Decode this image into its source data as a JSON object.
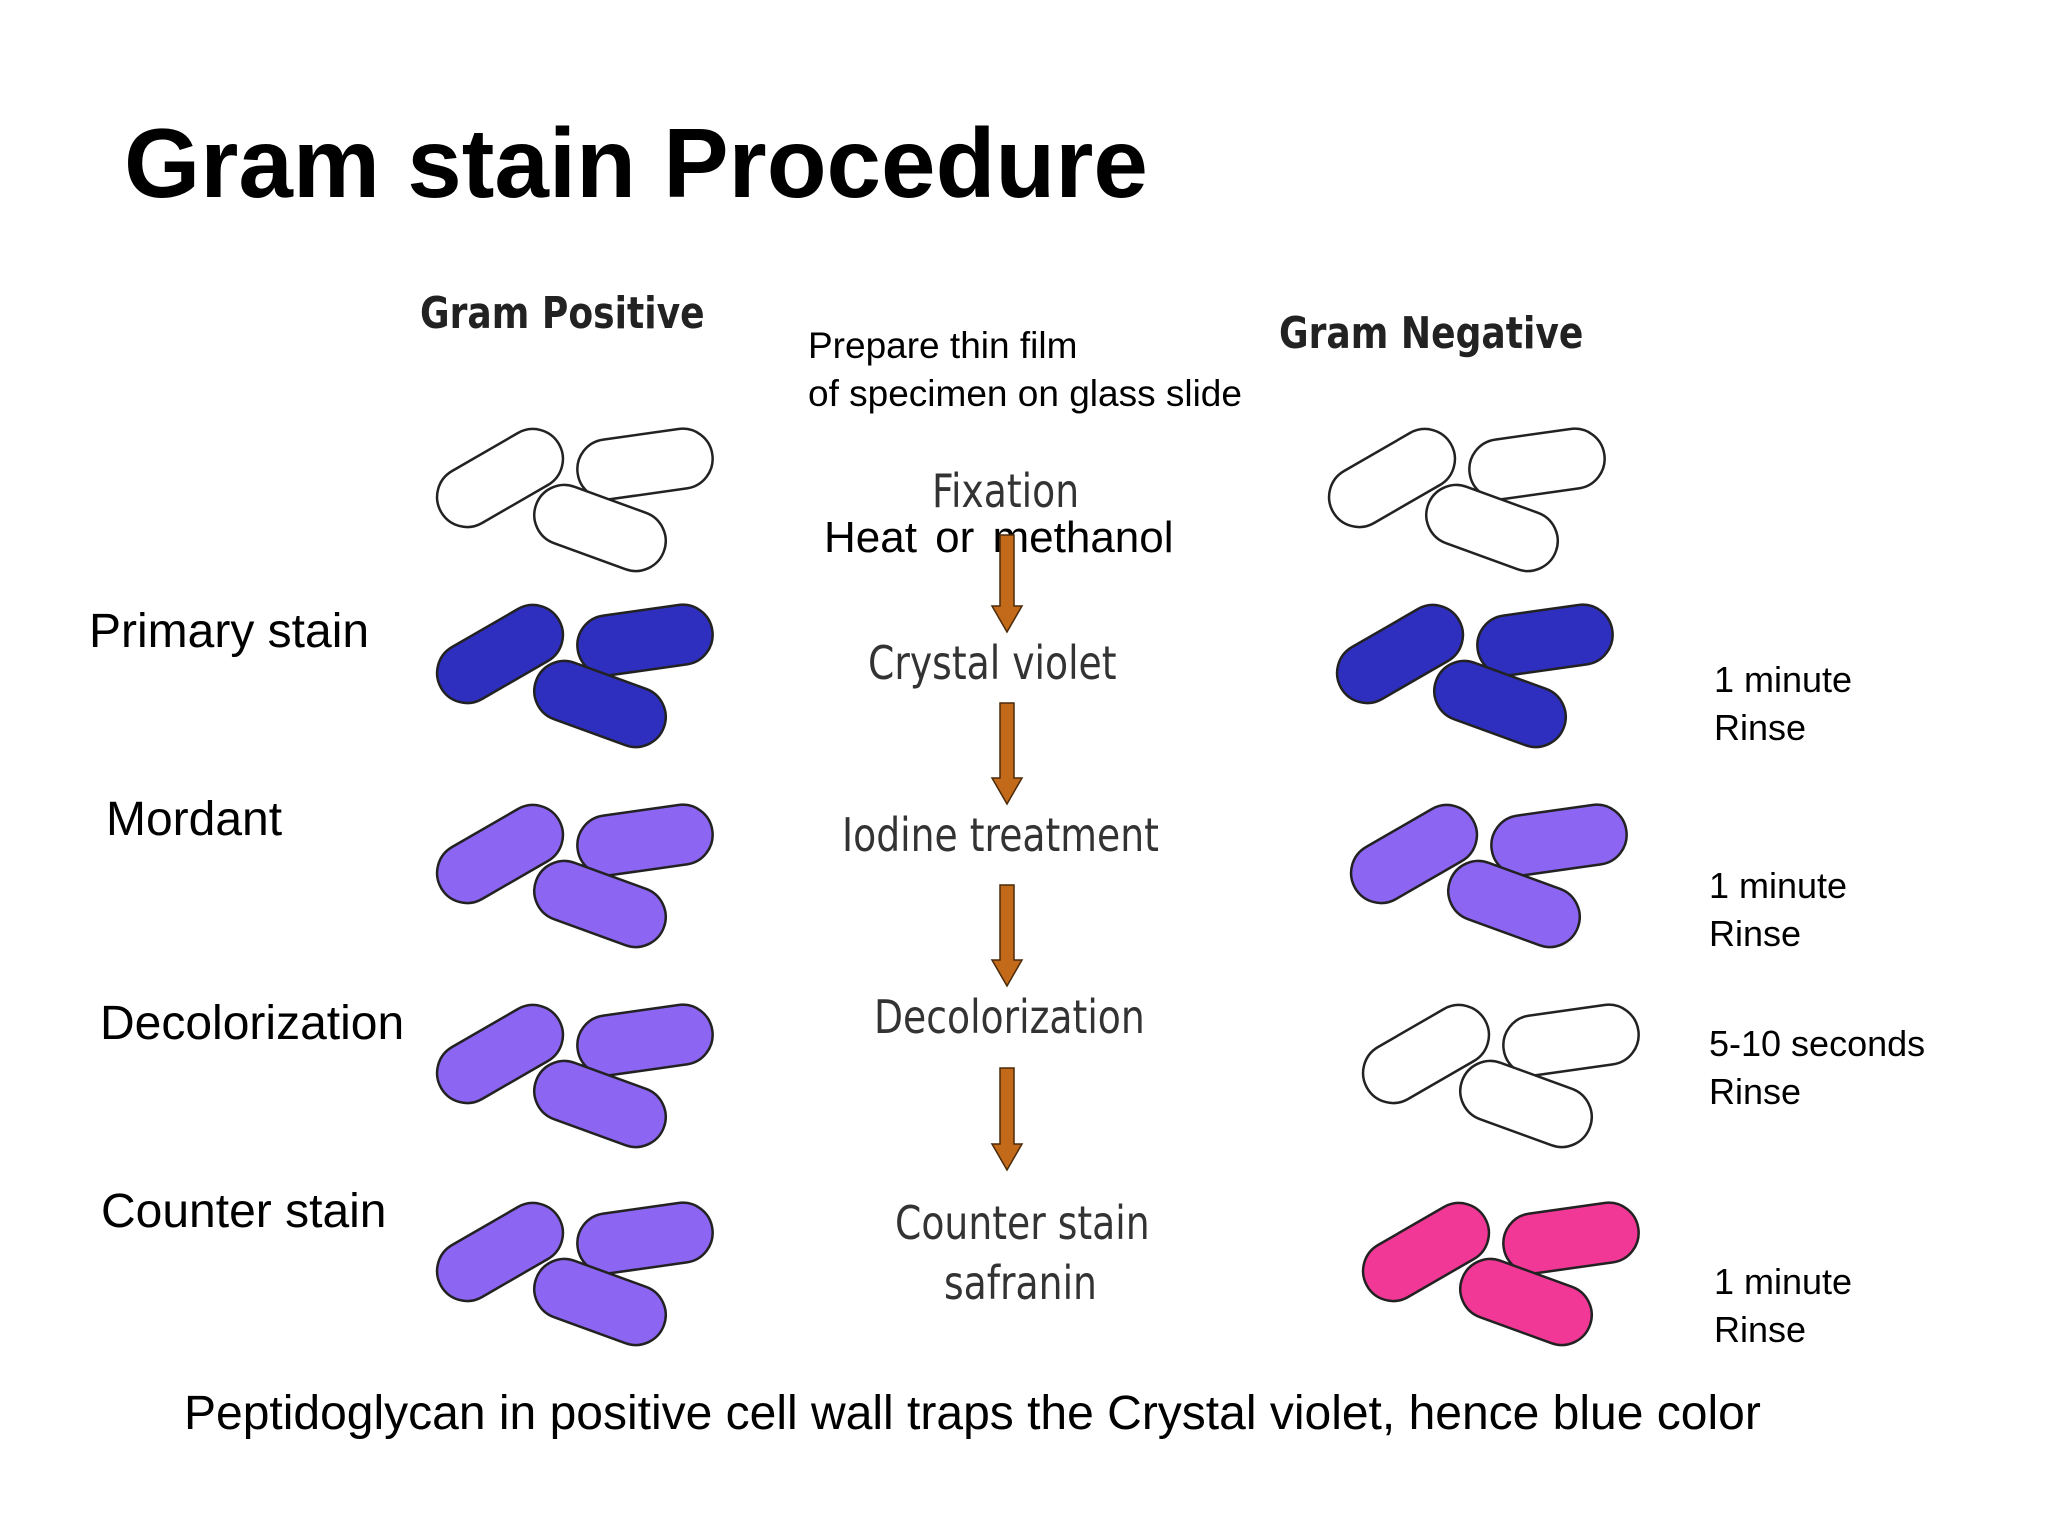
{
  "title": "Gram stain Procedure",
  "columns": {
    "positive": "Gram Positive",
    "negative": "Gram Negative"
  },
  "prepare": [
    "Prepare thin film",
    "of specimen on glass slide"
  ],
  "fixation": {
    "label": "Fixation",
    "method": "Heat  or  methanol"
  },
  "steps": [
    {
      "left_label": "Primary stain",
      "center_label": [
        "Crystal violet"
      ],
      "time": "1 minute",
      "action": "Rinse",
      "positive_color": "#2e2fbf",
      "negative_color": "#2e2fbf"
    },
    {
      "left_label": "Mordant",
      "center_label": [
        "Iodine treatment"
      ],
      "time": "1 minute",
      "action": "Rinse",
      "positive_color": "#8c66f2",
      "negative_color": "#8c66f2"
    },
    {
      "left_label": "Decolorization",
      "center_label": [
        "Decolorization"
      ],
      "time": "5-10 seconds",
      "action": "Rinse",
      "positive_color": "#8c66f2",
      "negative_color": "#ffffff"
    },
    {
      "left_label": "Counter stain",
      "center_label": [
        "Counter stain",
        "safranin"
      ],
      "time": "1 minute",
      "action": "Rinse",
      "positive_color": "#8c66f2",
      "negative_color": "#f23896"
    }
  ],
  "unstained_color": "#ffffff",
  "arrow_color": "#c26a1a",
  "footer": "Peptidoglycan in positive cell wall traps the Crystal violet, hence blue color"
}
